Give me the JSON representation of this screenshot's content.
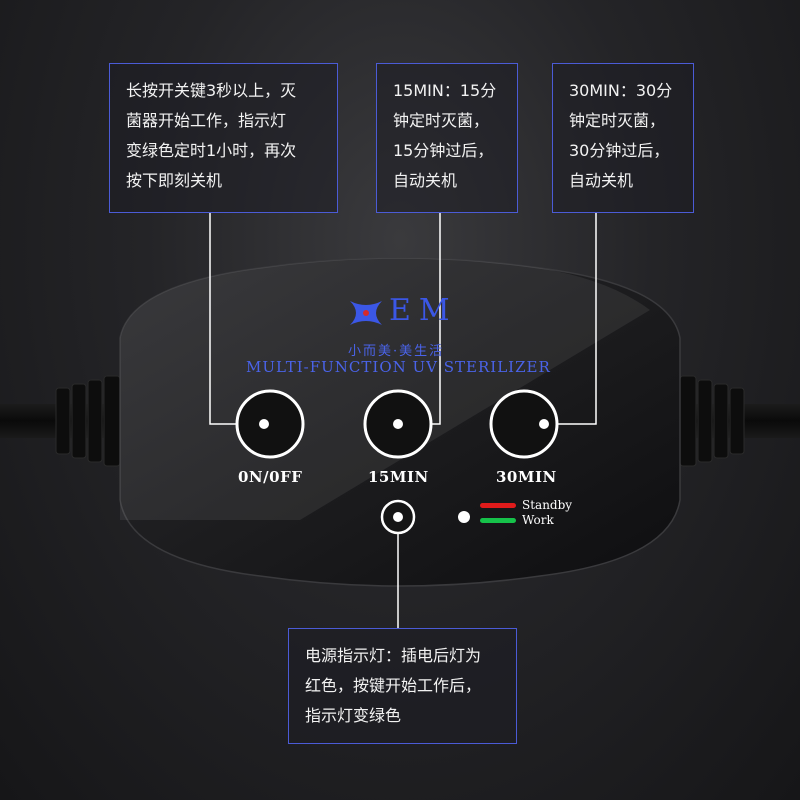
{
  "callouts": {
    "power_button": "长按开关键3秒以上，灭\n菌器开始工作，指示灯\n变绿色定时1小时，再次\n按下即刻关机",
    "timer_15": "15MIN：15分\n钟定时灭菌，\n15分钟过后，\n自动关机",
    "timer_30": "30MIN：30分\n钟定时灭菌，\n30分钟过后，\n自动关机",
    "indicator": "电源指示灯：插电后灯为\n红色，按键开始工作后，\n指示灯变绿色"
  },
  "device": {
    "brand": "EM",
    "tagline": "小而美·美生活",
    "subtitle": "MULTI-FUNCTION UV STERILIZER",
    "buttons": [
      {
        "label": "0N/0FF"
      },
      {
        "label": "15MIN"
      },
      {
        "label": "30MIN"
      }
    ],
    "legend": {
      "standby": "Standby",
      "work": "Work",
      "standby_color": "#e01b1b",
      "work_color": "#16c24a"
    },
    "accent_color": "#3b57e6",
    "callout_border_color": "#4b5bd6"
  }
}
